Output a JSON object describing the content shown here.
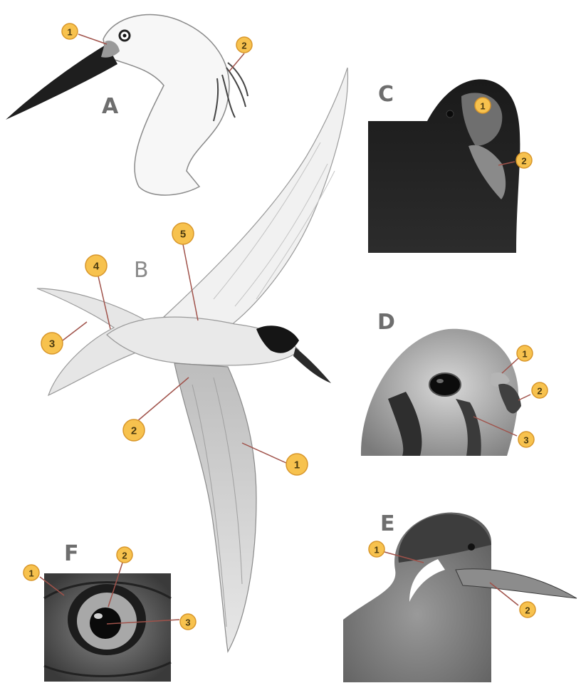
{
  "panels": {
    "a": {
      "letter": "A",
      "callouts": [
        "1",
        "2"
      ]
    },
    "b": {
      "letter": "B",
      "callouts": [
        "1",
        "2",
        "3",
        "4",
        "5"
      ]
    },
    "c": {
      "letter": "C",
      "callouts": [
        "1",
        "2"
      ]
    },
    "d": {
      "letter": "D",
      "callouts": [
        "1",
        "2",
        "3"
      ]
    },
    "e": {
      "letter": "E",
      "callouts": [
        "1",
        "2"
      ]
    },
    "f": {
      "letter": "F",
      "callouts": [
        "1",
        "2",
        "3"
      ]
    }
  },
  "colors": {
    "callout_fill": "#f7c24e",
    "callout_stroke": "#d8962a",
    "callout_text": "#4a3a10",
    "leader_line": "#a0524a",
    "letter": "#6e6e6e"
  }
}
